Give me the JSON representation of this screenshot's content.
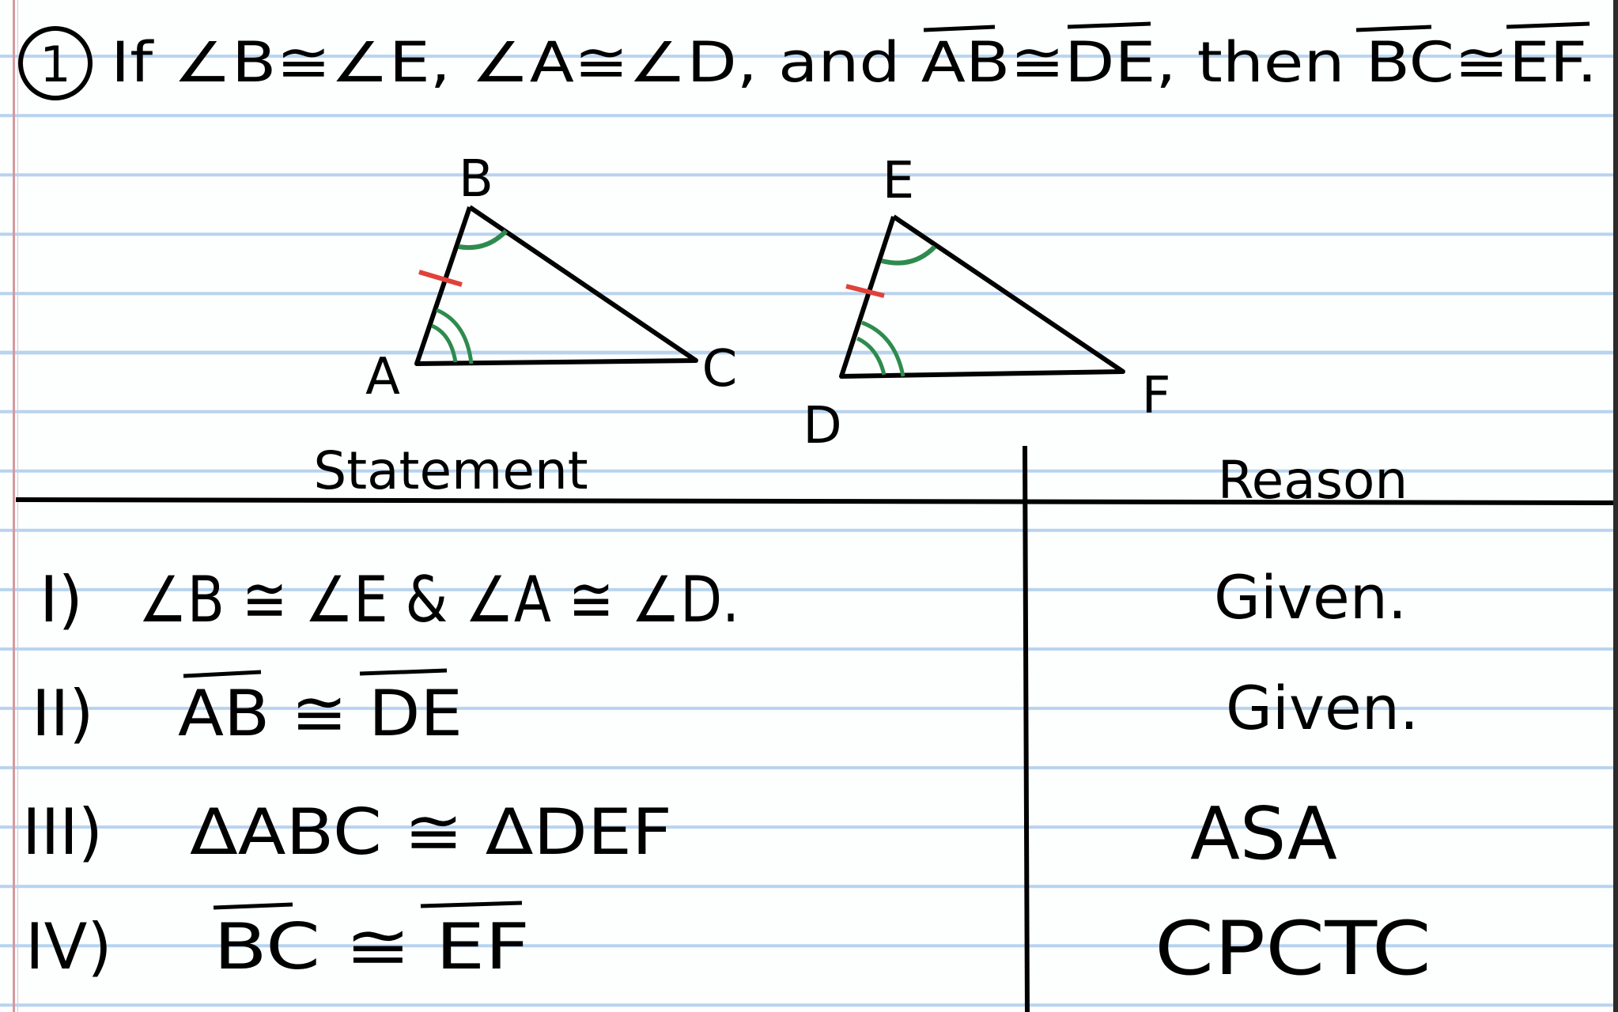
{
  "problem": {
    "number": "1",
    "text": "If ∠B≅∠E, ∠A≅∠D, and AB≅DE, then BC≅EF."
  },
  "triangle_1": {
    "vertices": {
      "top": "B",
      "left": "A",
      "right": "C"
    }
  },
  "triangle_2": {
    "vertices": {
      "top": "E",
      "left": "D",
      "right": "F"
    }
  },
  "marks": {
    "side_tick_color": "#e0423a",
    "angle_arc_color": "#2e8b4e",
    "ink_color": "#000000"
  },
  "table": {
    "headers": {
      "statement": "Statement",
      "reason": "Reason"
    },
    "rows": [
      {
        "num": "I)",
        "statement": "∠B ≅ ∠E & ∠A ≅ ∠D.",
        "reason": "Given."
      },
      {
        "num": "II)",
        "statement": "AB ≅ DE",
        "reason": "Given."
      },
      {
        "num": "III)",
        "statement": "ΔABC ≅ ΔDEF",
        "reason": "ASA"
      },
      {
        "num": "IV)",
        "statement": "BC ≅ EF",
        "reason": "CPCTC"
      }
    ]
  }
}
